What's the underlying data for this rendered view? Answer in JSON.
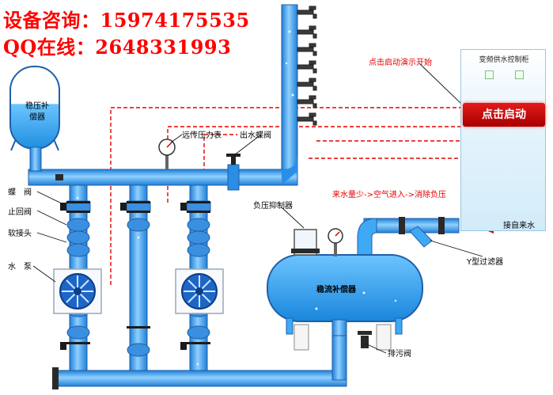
{
  "header": {
    "line1": "设备咨询：15974175535",
    "line2": "QQ在线：2648331993"
  },
  "panel": {
    "title": "变频供水控制柜",
    "start_button": "点击启动",
    "demo_hint": "点击启动演示开始"
  },
  "labels": {
    "pressure_tank": [
      "稳压补",
      "偿器"
    ],
    "remote_gauge": "远传压力表",
    "outlet_valve": "出水蝶阀",
    "butterfly_valve": "蝶　阀",
    "check_valve": "止回阀",
    "soft_joint": "软接头",
    "pump": "水　泵",
    "negative_pressure_suppressor": "负压抑制器",
    "flow_compensator": "稳流补偿器",
    "air_note": "来水量少->空气进入->消除负压",
    "inlet": "接自来水",
    "y_filter": "Y型过滤器",
    "drain_valve": "排污阀"
  },
  "colors": {
    "header_text": "#ff0000",
    "pipe_fill": "#3fa9f5",
    "pipe_stroke": "#1f5fa8",
    "dashed_wire": "#e60000",
    "start_button": "#d40000"
  }
}
